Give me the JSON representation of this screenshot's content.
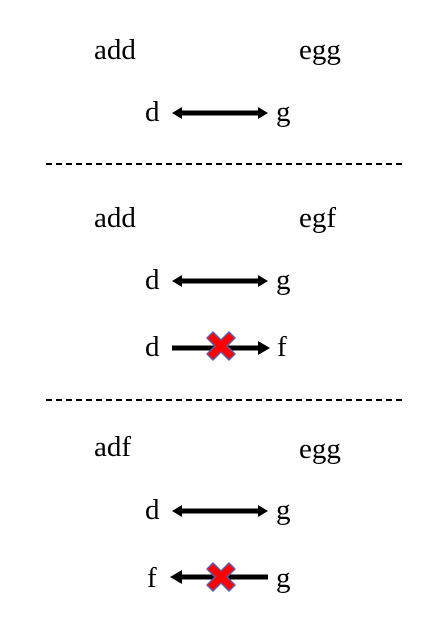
{
  "sections": [
    {
      "left_word": "add",
      "right_word": "egg",
      "mappings": [
        {
          "from": "d",
          "to": "g",
          "direction": "both",
          "blocked": false
        }
      ]
    },
    {
      "left_word": "add",
      "right_word": "egf",
      "mappings": [
        {
          "from": "d",
          "to": "g",
          "direction": "both",
          "blocked": false
        },
        {
          "from": "d",
          "to": "f",
          "direction": "right",
          "blocked": true
        }
      ]
    },
    {
      "left_word": "adf",
      "right_word": "egg",
      "mappings": [
        {
          "from": "d",
          "to": "g",
          "direction": "both",
          "blocked": false
        },
        {
          "from": "f",
          "to": "g",
          "direction": "left",
          "blocked": true
        }
      ]
    }
  ],
  "colors": {
    "arrow": "#000000",
    "cross_fill": "#ff0000",
    "cross_stroke": "#5b5ea6"
  },
  "icons": {
    "blocked": "red-x-cross-icon"
  }
}
